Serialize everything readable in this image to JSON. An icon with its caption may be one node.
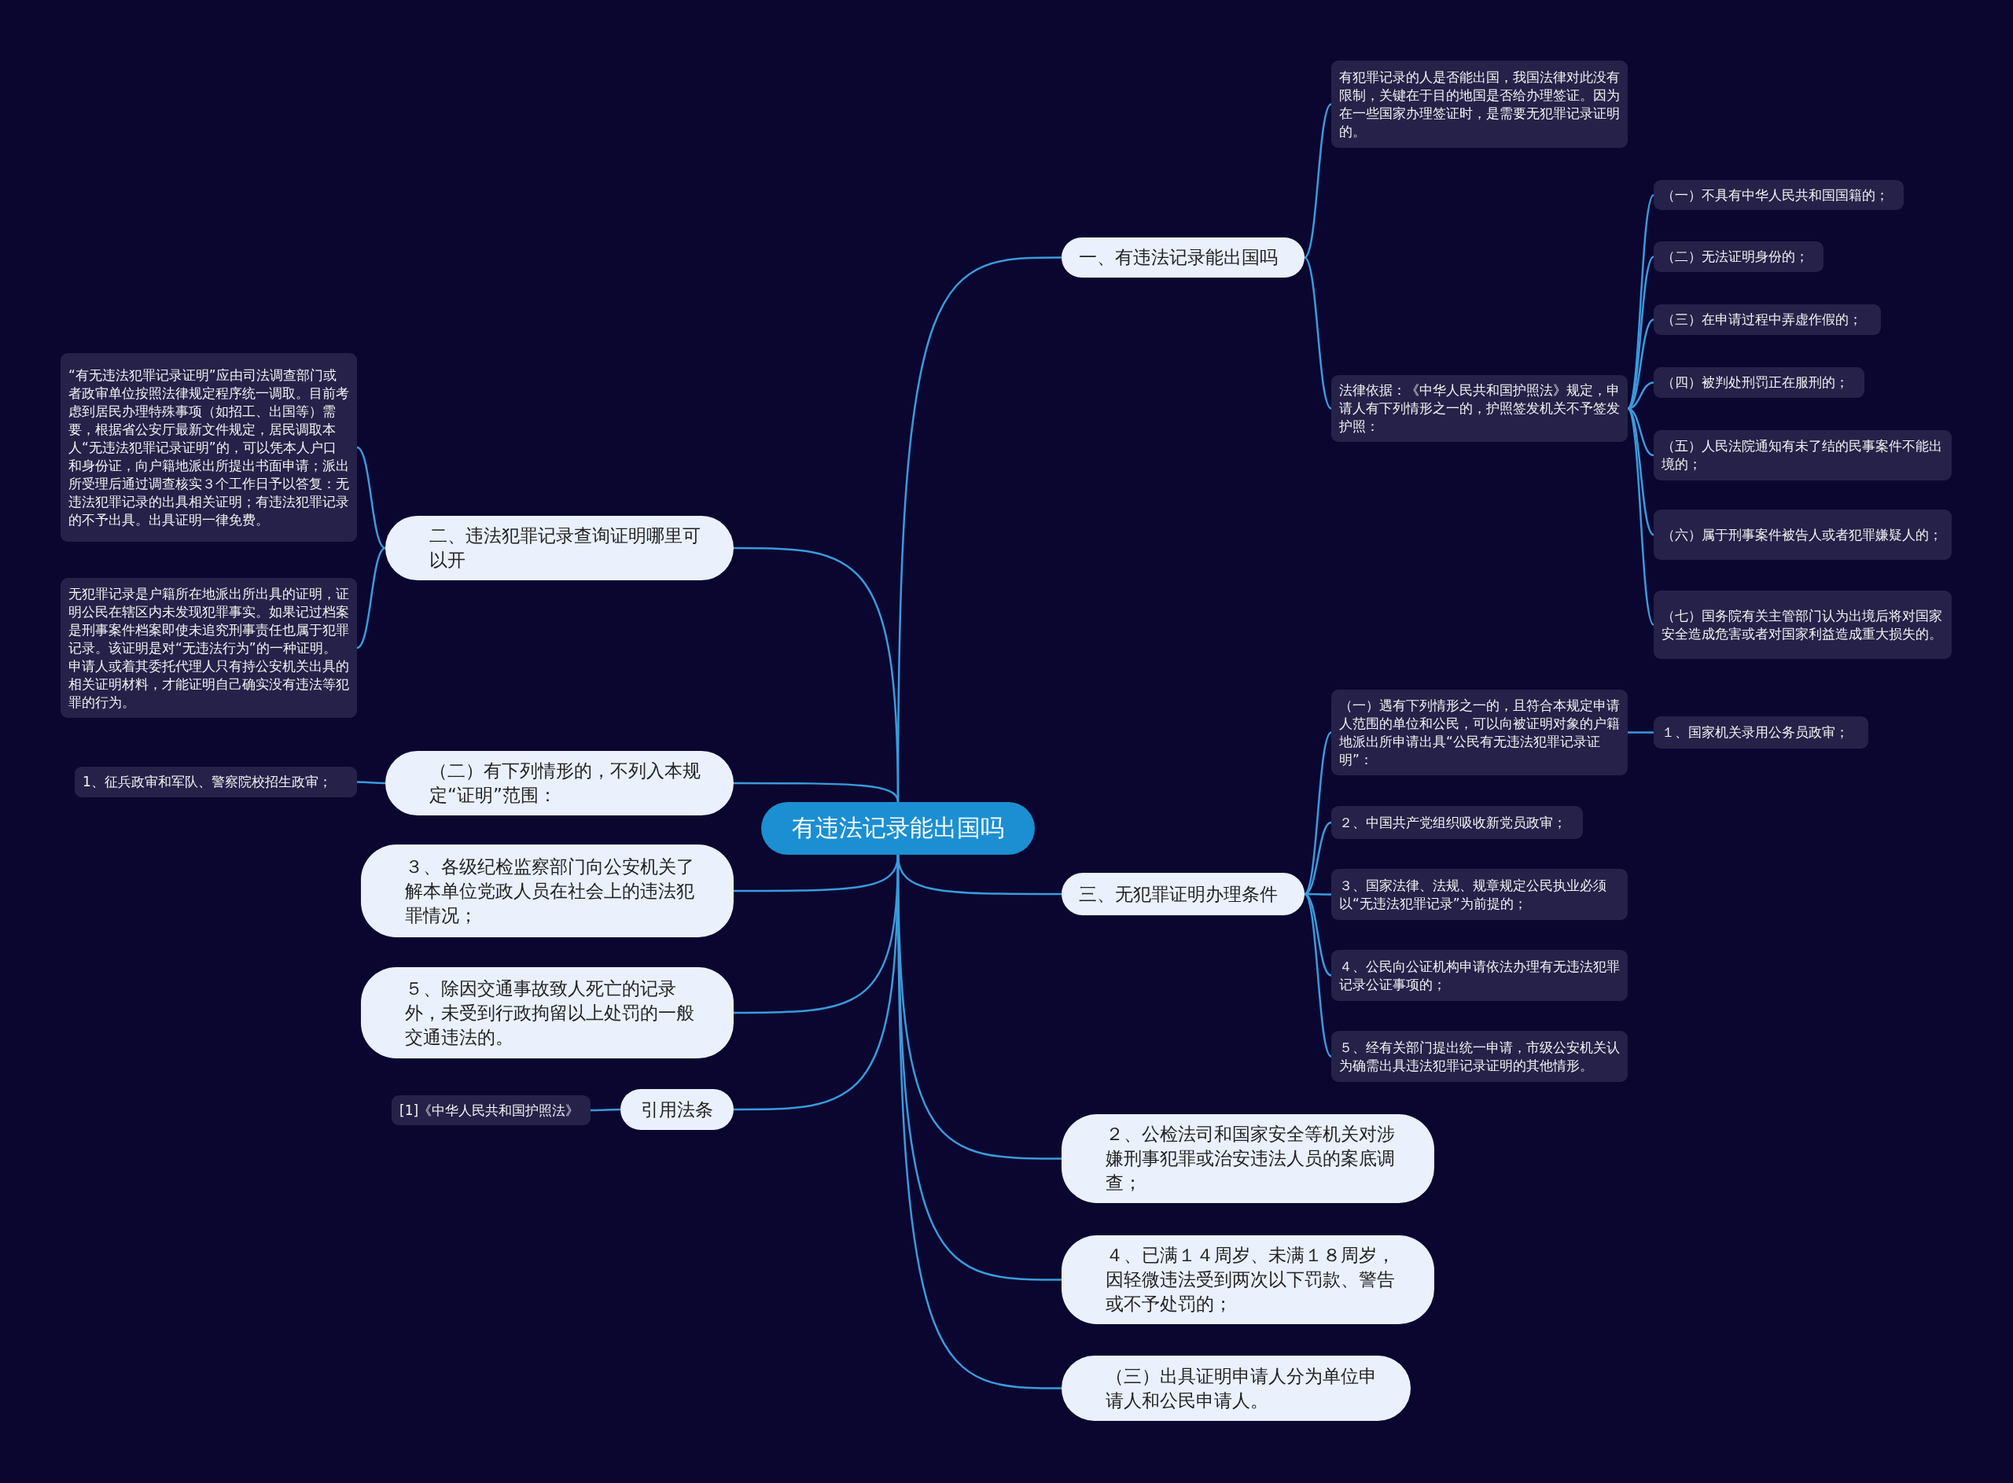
{
  "diagram": {
    "nodes": [
      {
        "text": [
          "有违法记录能出国吗"
        ]
      },
      {
        "text": [
          "一、有违法记录能出国吗"
        ]
      },
      {
        "text": [
          "有犯罪记录的人是否能出国，我国法律对此没有限制，关键在于目的地国是否给办理签证。因为在一些国家办理签证时，是需要无犯罪记录证明的。"
        ]
      },
      {
        "text": [
          "法律依据：《中华人民共和国护照法》规定，申请人有下列情形之一的，护照签发机关不予签发护照："
        ]
      },
      {
        "text": [
          "（一）不具有中华人民共和国国籍的；"
        ]
      },
      {
        "text": [
          "（二）无法证明身份的；"
        ]
      },
      {
        "text": [
          "（三）在申请过程中弄虚作假的；"
        ]
      },
      {
        "text": [
          "（四）被判处刑罚正在服刑的；"
        ]
      },
      {
        "text": [
          "（五）人民法院通知有未了结的民事案件不能出境的；"
        ]
      },
      {
        "text": [
          "（六）属于刑事案件被告人或者犯罪嫌疑人的；"
        ]
      },
      {
        "text": [
          "（七）国务院有关主管部门认为出境后将对国家安全造成危害或者对国家利益造成重大损失的。"
        ]
      },
      {
        "text": [
          "二、违法犯罪记录查询证明哪里可以开"
        ]
      },
      {
        "text": [
          "“有无违法犯罪记录证明”应由司法调查部门或者政审单位按照法律规定程序统一调取。目前考虑到居民办理特殊事项（如招工、出国等）需要，根据省公安厅最新文件规定，居民调取本人“无违法犯罪记录证明”的，可以凭本人户口和身份证，向户籍地派出所提出书面申请；派出所受理后通过调查核实３个工作日予以答复：无违法犯罪记录的出具相关证明；有违法犯罪记录的不予出具。出具证明一律免费。"
        ]
      },
      {
        "text": [
          "无犯罪记录是户籍所在地派出所出具的证明，证明公民在辖区内未发现犯罪事实。如果记过档案是刑事案件档案即使未追究刑事责任也属于犯罪记录。该证明是对“无违法行为”的一种证明。申请人或着其委托代理人只有持公安机关出具的相关证明材料，才能证明自己确实没有违法等犯罪的行为。"
        ]
      },
      {
        "text": [
          "（二）有下列情形的，不列入本规定“证明”范围："
        ]
      },
      {
        "text": [
          "1、征兵政审和军队、警察院校招生政审；"
        ]
      },
      {
        "text": [
          "３、各级纪检监察部门向公安机关了解本单位党政人员在社会上的违法犯罪情况；"
        ]
      },
      {
        "text": [
          "５、除因交通事故致人死亡的记录外，未受到行政拘留以上处罚的一般交通违法的。"
        ]
      },
      {
        "text": [
          "引用法条"
        ]
      },
      {
        "text": [
          "[1]《中华人民共和国护照法》"
        ]
      },
      {
        "text": [
          "三、无犯罪证明办理条件"
        ]
      },
      {
        "text": [
          "（一）遇有下列情形之一的，且符合本规定申请人范围的单位和公民，可以向被证明对象的户籍地派出所申请出具“公民有无违法犯罪记录证明”："
        ]
      },
      {
        "text": [
          "１、国家机关录用公务员政审；"
        ]
      },
      {
        "text": [
          "２、中国共产党组织吸收新党员政审；"
        ]
      },
      {
        "text": [
          "３、国家法律、法规、规章规定公民执业必须以“无违法犯罪记录”为前提的；"
        ]
      },
      {
        "text": [
          "４、公民向公证机构申请依法办理有无违法犯罪记录公证事项的；"
        ]
      },
      {
        "text": [
          "５、经有关部门提出统一申请，市级公安机关认为确需出具违法犯罪记录证明的其他情形。"
        ]
      },
      {
        "text": [
          "２、公检法司和国家安全等机关对涉嫌刑事犯罪或治安违法人员的案底调查；"
        ]
      },
      {
        "text": [
          "４、已满１４周岁、未满１８周岁，因轻微违法受到两次以下罚款、警告或不予处罚的；"
        ]
      },
      {
        "text": [
          "（三）出具证明申请人分为单位申请人和公民申请人。"
        ]
      }
    ],
    "edges": [
      {
        "from": 0,
        "to": 1,
        "arrow": "none"
      },
      {
        "from": 1,
        "to": 2,
        "arrow": "none"
      },
      {
        "from": 1,
        "to": 3,
        "arrow": "none"
      },
      {
        "from": 3,
        "to": 4,
        "arrow": "none"
      },
      {
        "from": 3,
        "to": 5,
        "arrow": "none"
      },
      {
        "from": 3,
        "to": 6,
        "arrow": "none"
      },
      {
        "from": 3,
        "to": 7,
        "arrow": "none"
      },
      {
        "from": 3,
        "to": 8,
        "arrow": "none"
      },
      {
        "from": 3,
        "to": 9,
        "arrow": "none"
      },
      {
        "from": 3,
        "to": 10,
        "arrow": "none"
      },
      {
        "from": 0,
        "to": 11,
        "arrow": "none"
      },
      {
        "from": 11,
        "to": 12,
        "arrow": "none"
      },
      {
        "from": 11,
        "to": 13,
        "arrow": "none"
      },
      {
        "from": 0,
        "to": 14,
        "arrow": "none"
      },
      {
        "from": 14,
        "to": 15,
        "arrow": "none"
      },
      {
        "from": 0,
        "to": 16,
        "arrow": "none"
      },
      {
        "from": 0,
        "to": 17,
        "arrow": "none"
      },
      {
        "from": 0,
        "to": 18,
        "arrow": "none"
      },
      {
        "from": 18,
        "to": 19,
        "arrow": "none"
      },
      {
        "from": 0,
        "to": 20,
        "arrow": "none"
      },
      {
        "from": 20,
        "to": 21,
        "arrow": "none"
      },
      {
        "from": 21,
        "to": 22,
        "arrow": "none"
      },
      {
        "from": 20,
        "to": 23,
        "arrow": "none"
      },
      {
        "from": 20,
        "to": 24,
        "arrow": "none"
      },
      {
        "from": 20,
        "to": 25,
        "arrow": "none"
      },
      {
        "from": 20,
        "to": 26,
        "arrow": "none"
      },
      {
        "from": 0,
        "to": 27,
        "arrow": "none"
      },
      {
        "from": 0,
        "to": 28,
        "arrow": "none"
      },
      {
        "from": 0,
        "to": 29,
        "arrow": "none"
      }
    ]
  }
}
